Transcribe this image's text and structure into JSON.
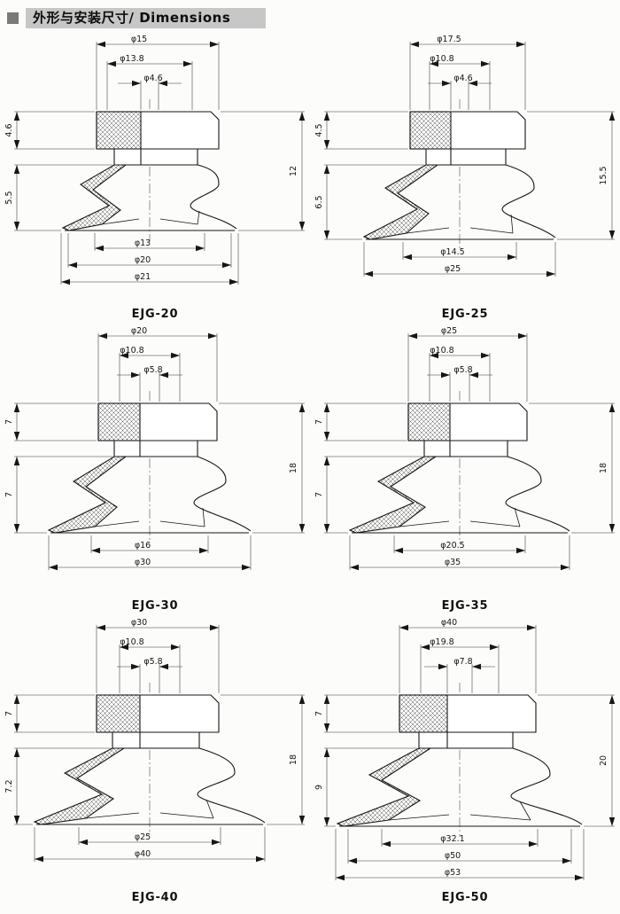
{
  "header": {
    "bullet_icon": "filled-square",
    "title": "外形与安装尺寸/ Dimensions",
    "title_bar_bg": "#c7c7c7",
    "bullet_color": "#7a7a7a"
  },
  "drawings": [
    {
      "name": "EJG-20",
      "top1": "φ15",
      "top2": "φ13.8",
      "top3": "φ4.6",
      "left1": "4.6",
      "left2": "5.5",
      "right1": "12",
      "bottom": [
        "φ13",
        "φ20",
        "φ21"
      ]
    },
    {
      "name": "EJG-25",
      "top1": "φ17.5",
      "top2": "φ10.8",
      "top3": "φ4.6",
      "left1": "4.5",
      "left2": "6.5",
      "right1": "15.5",
      "bottom": [
        "φ14.5",
        "φ25"
      ]
    },
    {
      "name": "EJG-30",
      "top1": "φ20",
      "top2": "φ10.8",
      "top3": "φ5.8",
      "left1": "7",
      "left2": "7",
      "right1": "18",
      "bottom": [
        "φ16",
        "φ30"
      ]
    },
    {
      "name": "EJG-35",
      "top1": "φ25",
      "top2": "φ10.8",
      "top3": "φ5.8",
      "left1": "7",
      "left2": "7",
      "right1": "18",
      "bottom": [
        "φ20.5",
        "φ35"
      ]
    },
    {
      "name": "EJG-40",
      "top1": "φ30",
      "top2": "φ10.8",
      "top3": "φ5.8",
      "left1": "7",
      "left2": "7.2",
      "right1": "18",
      "bottom": [
        "φ25",
        "φ40"
      ]
    },
    {
      "name": "EJG-50",
      "top1": "φ40",
      "top2": "φ19.8",
      "top3": "φ7.8",
      "left1": "7",
      "left2": "9",
      "right1": "20",
      "bottom": [
        "φ32.1",
        "φ50",
        "φ53"
      ]
    }
  ]
}
